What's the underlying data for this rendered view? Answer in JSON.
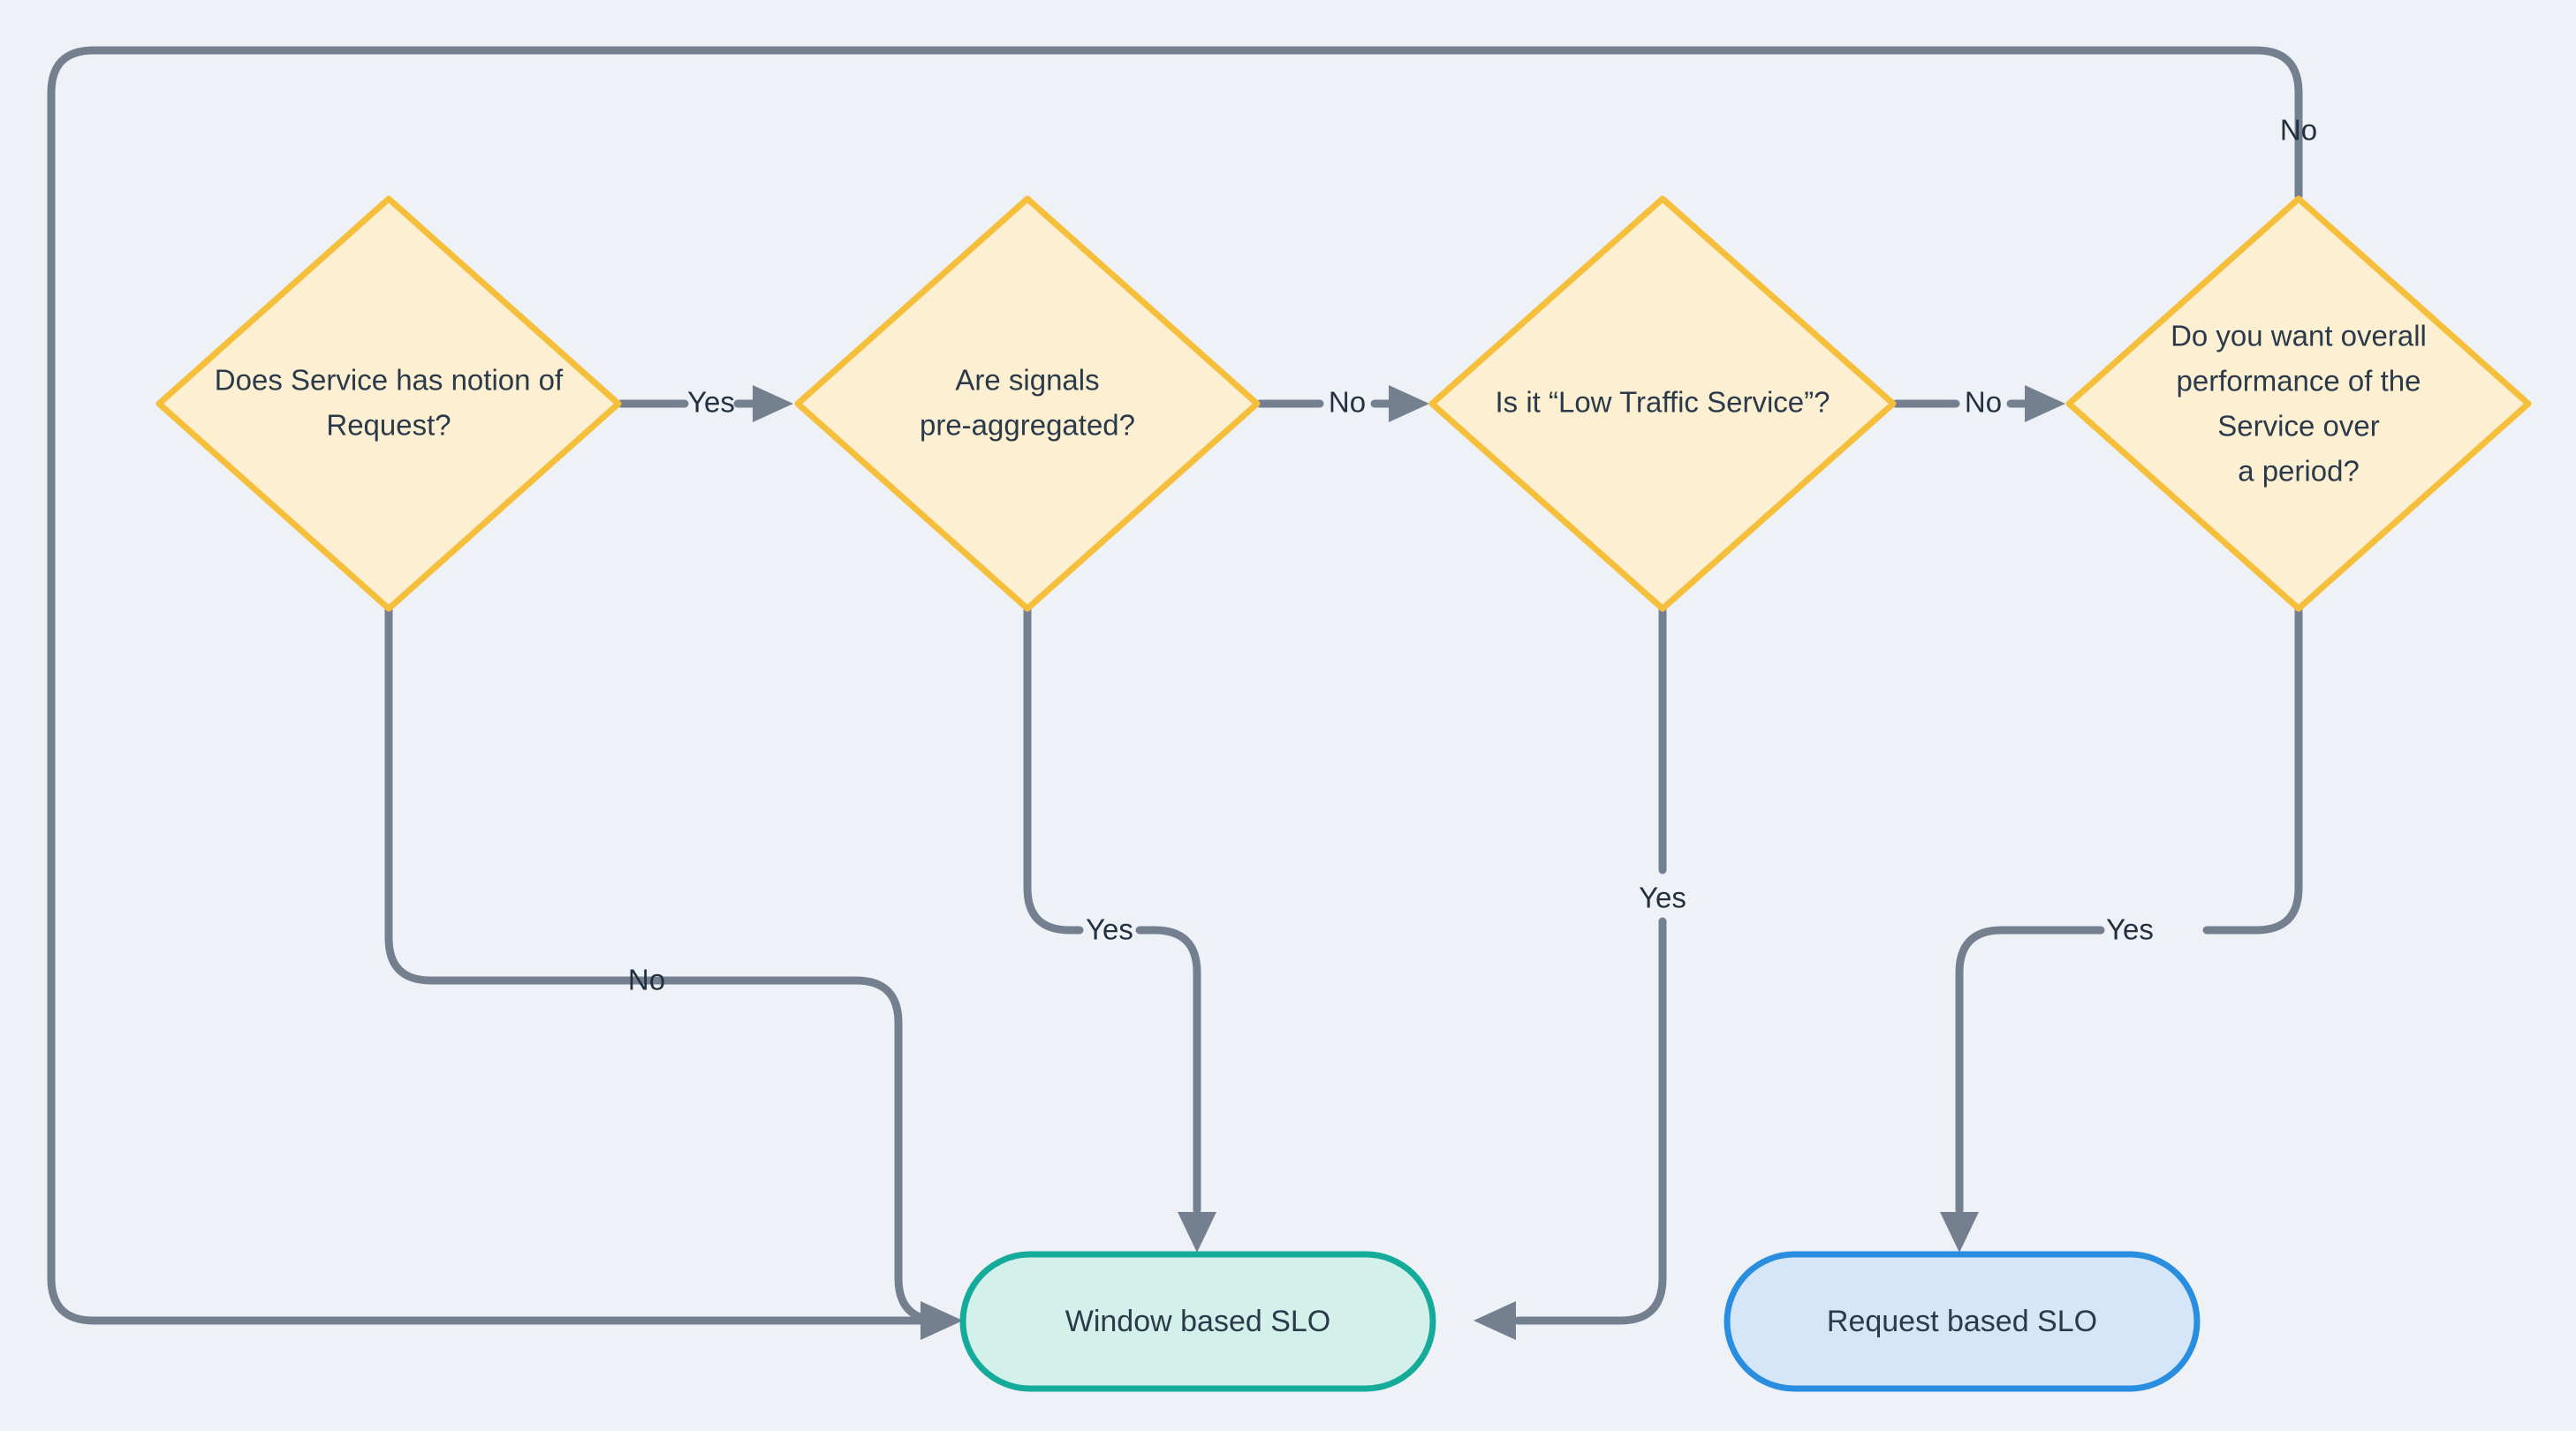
{
  "diagram": {
    "title": "SLO type decision flowchart",
    "background_color": "#eef2f6",
    "colors": {
      "decision_fill": "#fcefd2",
      "decision_stroke": "#f5bf3c",
      "window_fill": "#d3f0ea",
      "window_stroke": "#14ab9b",
      "request_fill": "#d6e6f9",
      "request_stroke": "#2a8ee0",
      "edge_stroke": "#74808f",
      "text": "#2b3a4a"
    },
    "nodes": {
      "decision1": {
        "type": "decision",
        "lines": [
          "Does Service has notion of",
          "Request?"
        ]
      },
      "decision2": {
        "type": "decision",
        "lines": [
          "Are signals",
          "pre-aggregated?"
        ]
      },
      "decision3": {
        "type": "decision",
        "lines": [
          "Is it “Low Traffic Service”?"
        ]
      },
      "decision4": {
        "type": "decision",
        "lines": [
          "Do you want overall",
          "performance of the",
          "Service over",
          "a period?"
        ]
      },
      "window_slo": {
        "type": "terminal",
        "label": "Window based SLO"
      },
      "request_slo": {
        "type": "terminal",
        "label": "Request based SLO"
      }
    },
    "edges": [
      {
        "id": "e1",
        "from": "decision1",
        "to": "decision2",
        "label": "Yes"
      },
      {
        "id": "e2",
        "from": "decision1",
        "to": "window_slo",
        "label": "No"
      },
      {
        "id": "e3",
        "from": "decision2",
        "to": "decision3",
        "label": "No"
      },
      {
        "id": "e4",
        "from": "decision2",
        "to": "window_slo",
        "label": "Yes"
      },
      {
        "id": "e5",
        "from": "decision3",
        "to": "decision4",
        "label": "No"
      },
      {
        "id": "e6",
        "from": "decision3",
        "to": "window_slo",
        "label": "Yes"
      },
      {
        "id": "e7",
        "from": "decision4",
        "to": "request_slo",
        "label": "Yes"
      },
      {
        "id": "e8",
        "from": "decision4",
        "to": "window_slo",
        "label": "No"
      }
    ]
  }
}
